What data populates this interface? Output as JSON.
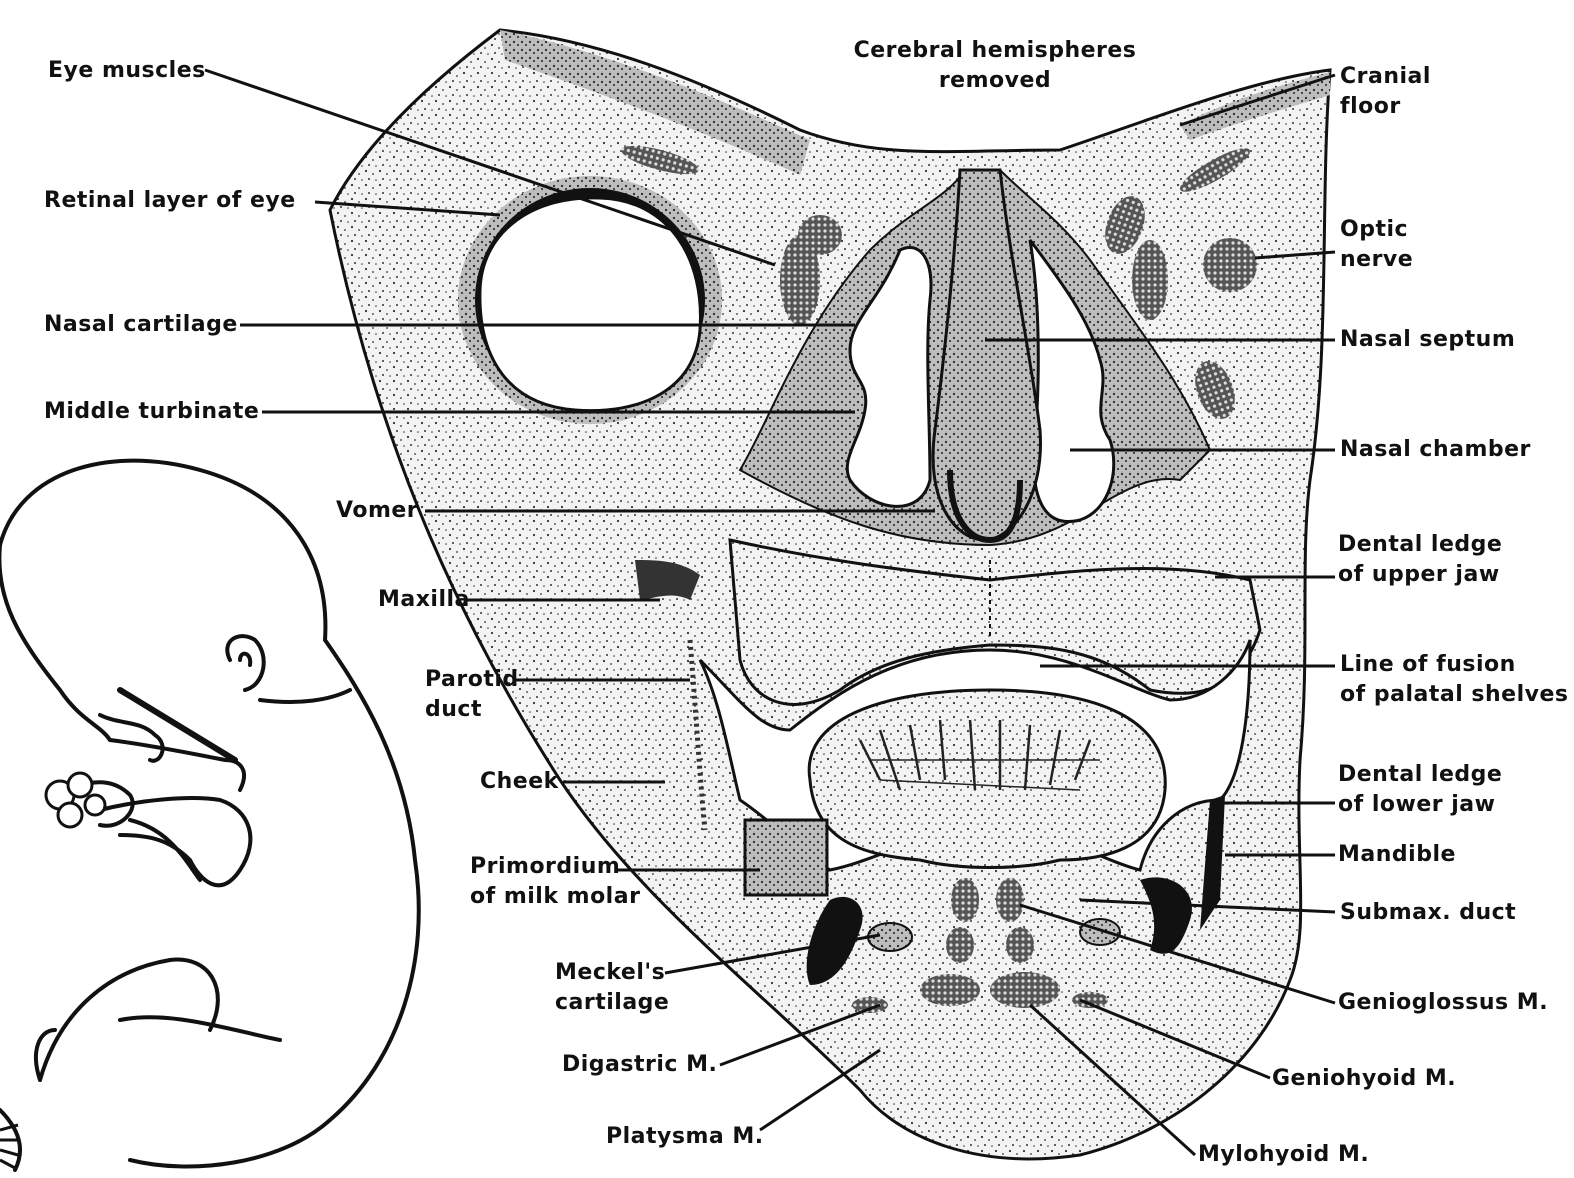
{
  "labels": {
    "eye_muscles": "Eye muscles",
    "cerebral_hemispheres": [
      "Cerebral hemispheres",
      "removed"
    ],
    "cranial_floor": [
      "Cranial",
      "floor"
    ],
    "retinal_layer": "Retinal layer of eye",
    "optic_nerve": [
      "Optic",
      "nerve"
    ],
    "nasal_cartilage": "Nasal cartilage",
    "nasal_septum": "Nasal septum",
    "middle_turbinate": "Middle turbinate",
    "nasal_chamber": "Nasal chamber",
    "vomer": "Vomer",
    "dental_ledge_upper": [
      "Dental ledge",
      "of upper jaw"
    ],
    "maxilla": "Maxilla",
    "line_of_fusion": [
      "Line of fusion",
      "of palatal shelves"
    ],
    "parotid_duct": [
      "Parotid",
      "duct"
    ],
    "dental_ledge_lower": [
      "Dental ledge",
      "of lower jaw"
    ],
    "cheek": "Cheek",
    "mandible": "Mandible",
    "primordium": [
      "Primordium",
      "of milk molar"
    ],
    "submax_duct": "Submax. duct",
    "meckels": [
      "Meckel's",
      "cartilage"
    ],
    "genioglossus": "Genioglossus M.",
    "digastric": "Digastric M.",
    "geniohyoid": "Geniohyoid M.",
    "platysma": "Platysma M.",
    "mylohyoid": "Mylohyoid M."
  },
  "colors": {
    "ink": "#111111",
    "tissue": "#cfcfcf",
    "cartilage": "#9a9a9a",
    "background": "#ffffff"
  }
}
